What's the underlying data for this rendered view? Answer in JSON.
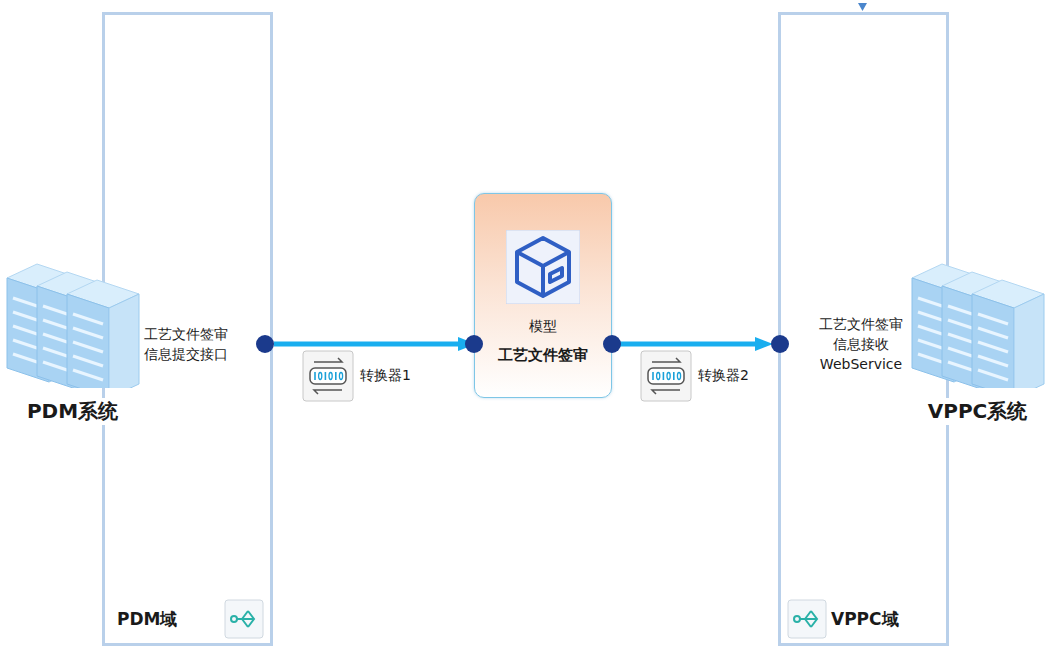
{
  "diagram": {
    "nodes": [
      {
        "text": [
          "PDM系统"
        ]
      },
      {
        "text": [
          "PDM域"
        ]
      },
      {
        "text": [
          "工艺文件签审 信息提交接口"
        ],
        "in": 1
      },
      {
        "text": [
          "模型",
          "工艺文件签审"
        ]
      },
      {
        "text": [
          "VPPC域"
        ]
      },
      {
        "text": [
          "工艺文件签审 信息接收 WebService"
        ],
        "in": 4
      },
      {
        "text": [
          "VPPC系统"
        ]
      }
    ],
    "edges": [
      {
        "from": 2,
        "to": 3,
        "arrow": "to",
        "label": "转换器1"
      },
      {
        "from": 3,
        "to": 5,
        "arrow": "to",
        "label": "转换器2"
      }
    ]
  }
}
